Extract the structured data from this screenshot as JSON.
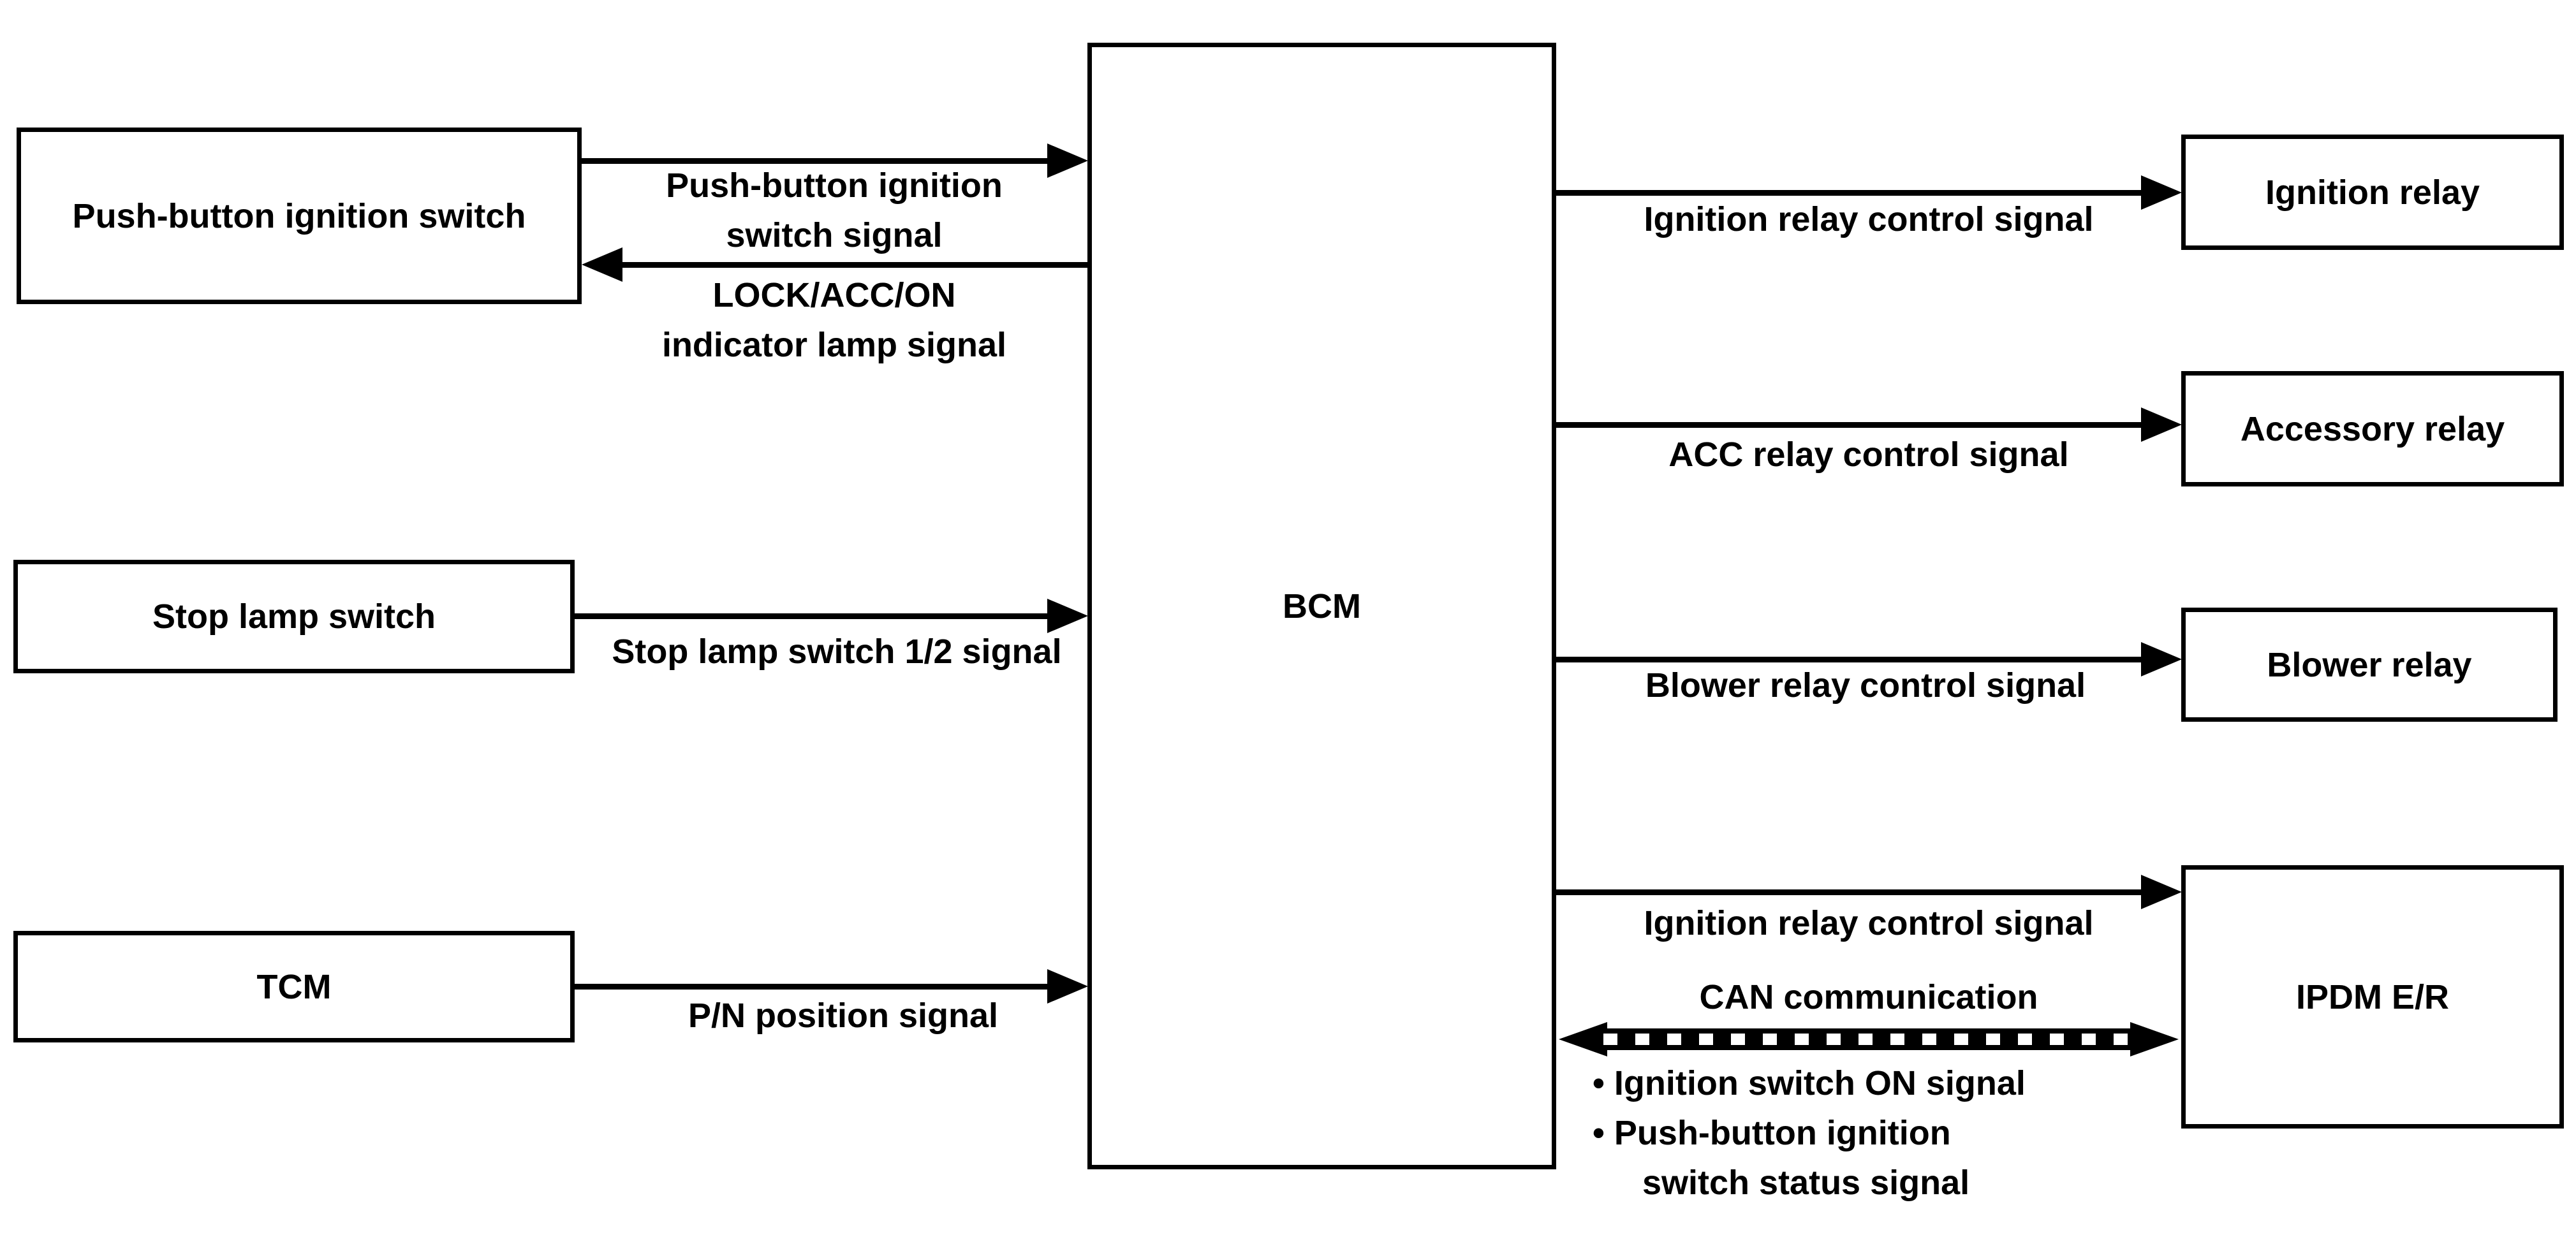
{
  "colors": {
    "foreground": "#000000",
    "background": "#ffffff"
  },
  "nodes": {
    "push_button_ignition_switch": "Push-button ignition switch",
    "stop_lamp_switch": "Stop lamp switch",
    "tcm": "TCM",
    "bcm": "BCM",
    "ignition_relay": "Ignition relay",
    "accessory_relay": "Accessory relay",
    "blower_relay": "Blower relay",
    "ipdm_er": "IPDM E/R"
  },
  "signals": {
    "push_button_ignition_switch_signal": {
      "lines": [
        "Push-button ignition",
        "switch signal"
      ]
    },
    "lock_acc_on_indicator_lamp_signal": {
      "lines": [
        "LOCK/ACC/ON",
        "indicator lamp signal"
      ]
    },
    "stop_lamp_switch_1_2_signal": "Stop lamp switch 1/2 signal",
    "p_n_position_signal": "P/N position signal",
    "ignition_relay_control_signal": "Ignition relay control signal",
    "acc_relay_control_signal": "ACC relay control signal",
    "blower_relay_control_signal": "Blower relay control signal",
    "ignition_relay_control_signal_to_ipdm": "Ignition relay control signal",
    "can_communication": {
      "label": "CAN communication",
      "bullet1": "• Ignition switch ON signal",
      "bullet2_line1": "• Push-button ignition",
      "bullet2_line2": "switch status signal"
    }
  }
}
